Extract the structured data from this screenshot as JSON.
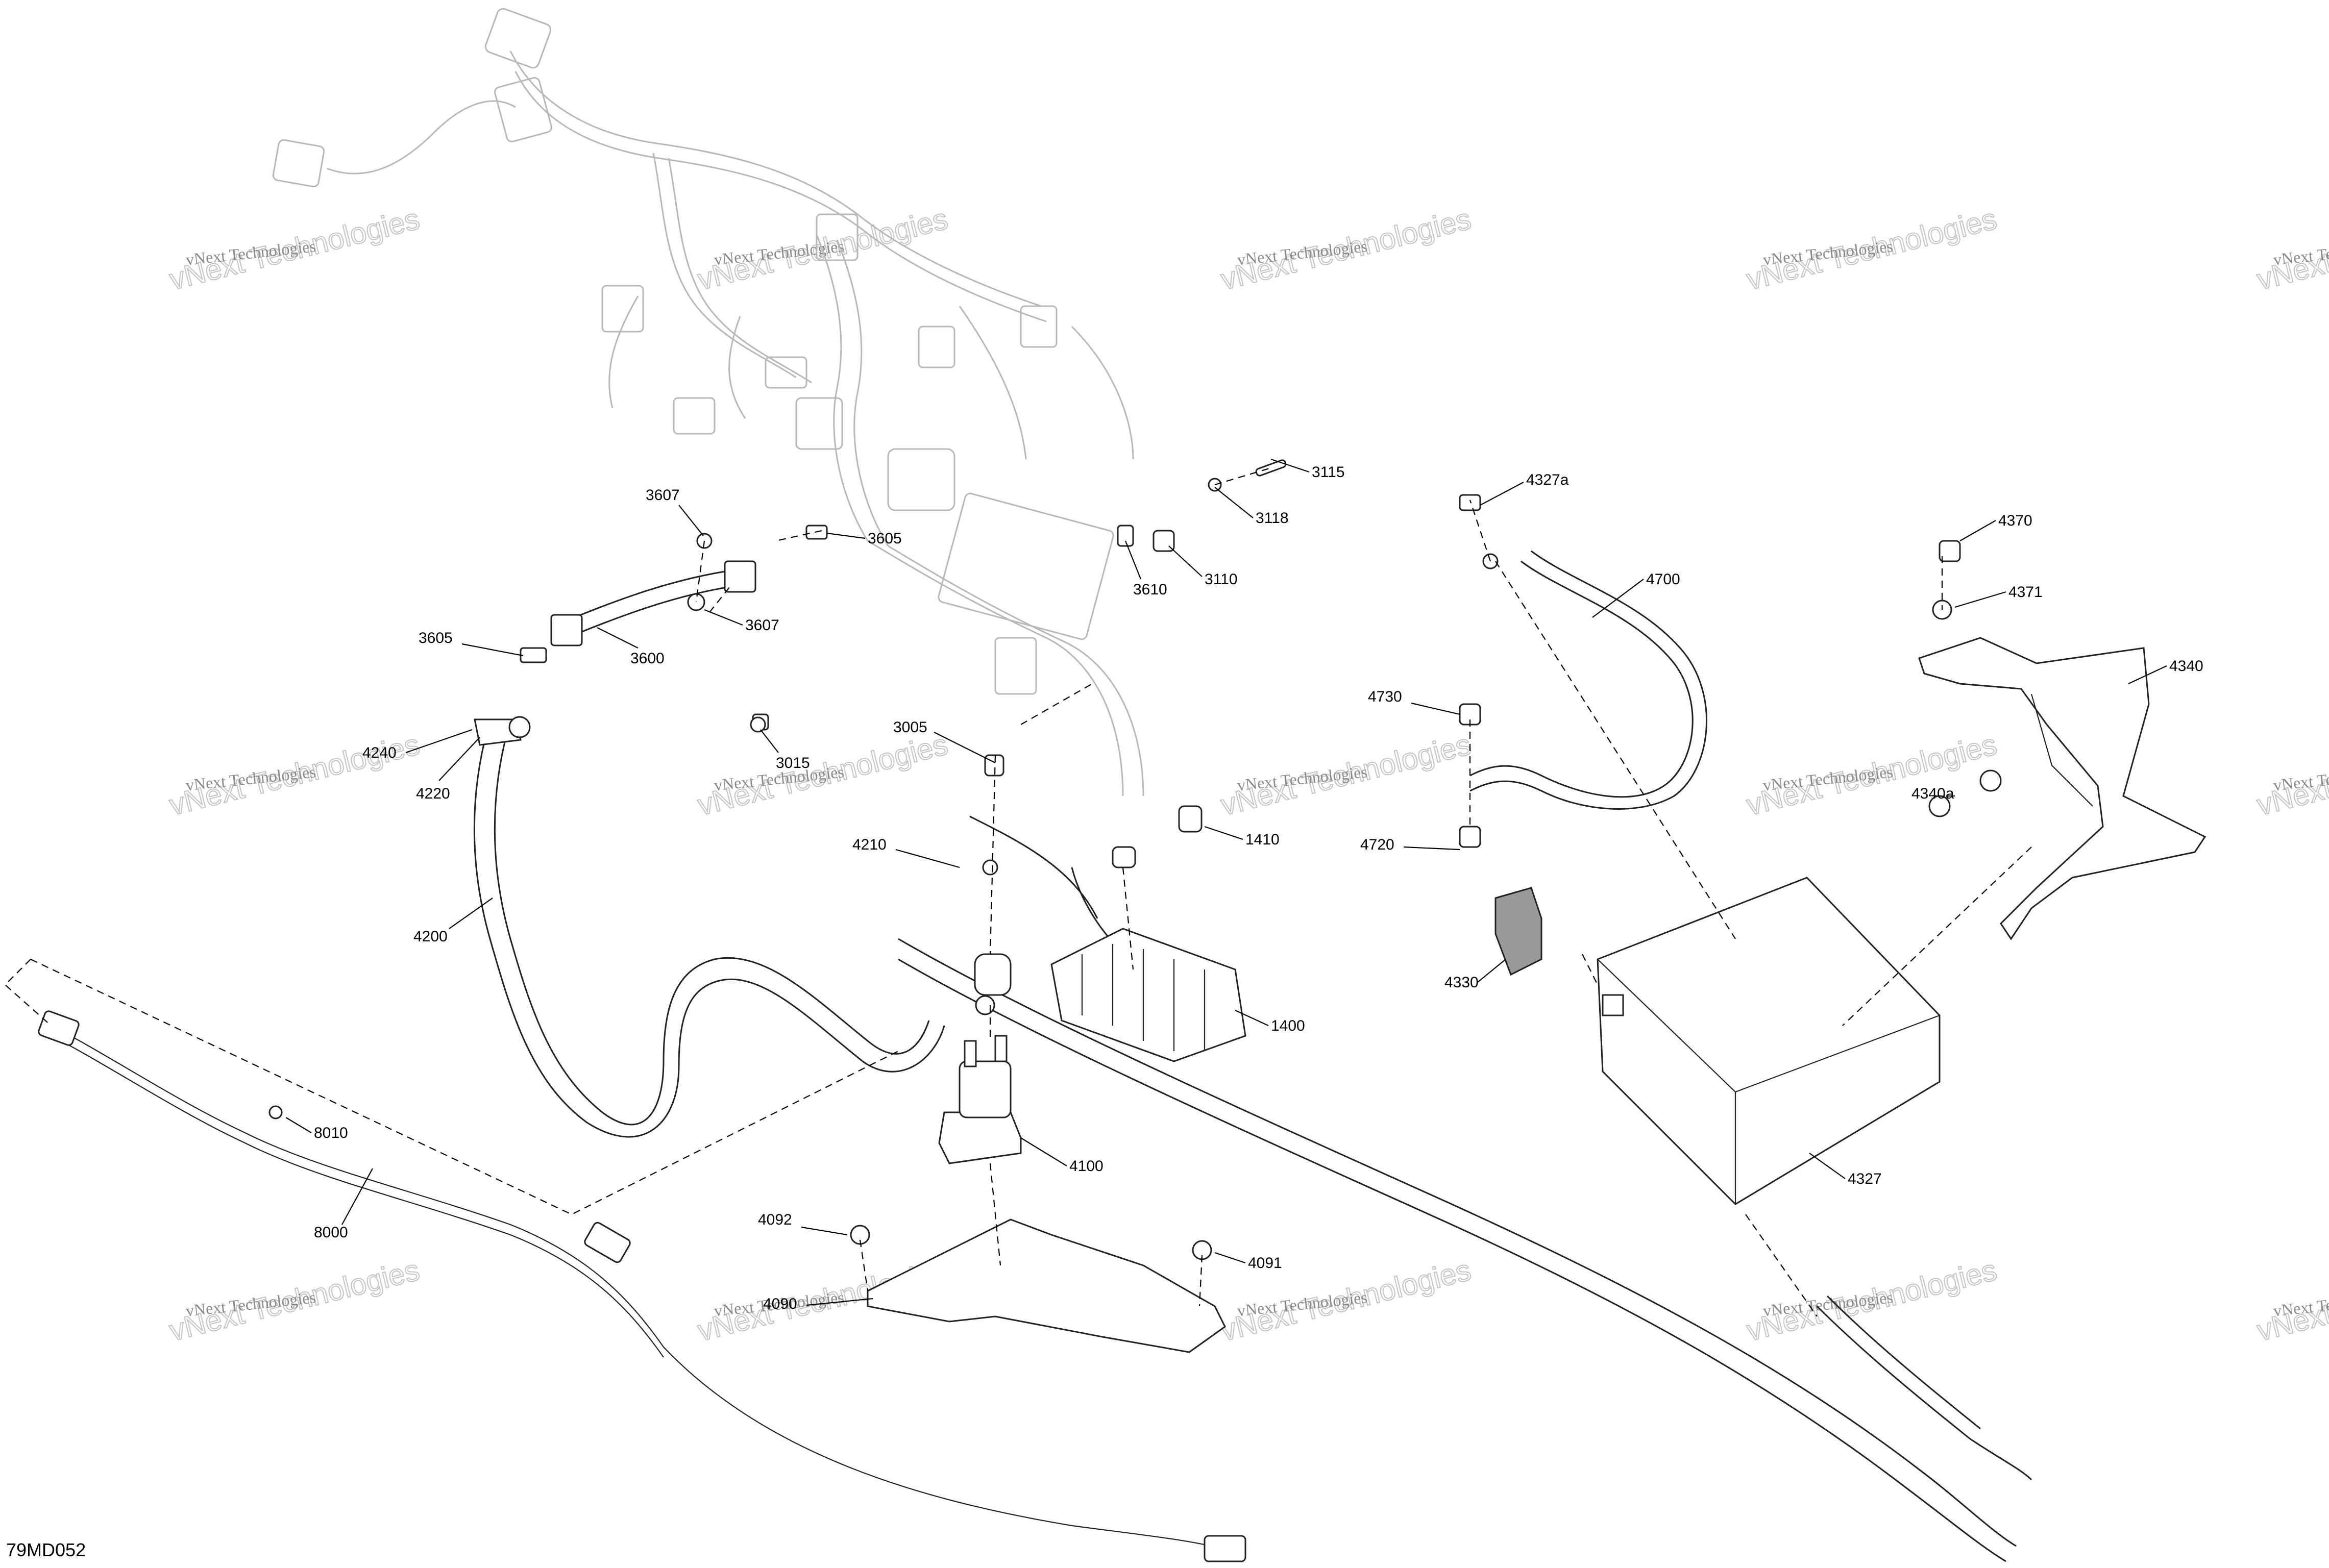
{
  "diagram": {
    "code": "79MD052",
    "watermark": {
      "line1": "vNext Technologies",
      "line2": "Technologies"
    },
    "parts": [
      "3115",
      "3118",
      "3110",
      "3610",
      "3607",
      "3605",
      "3607",
      "3605",
      "3600",
      "3005",
      "3015",
      "4327a",
      "4700",
      "4370",
      "4371",
      "4340",
      "4340a",
      "4730",
      "4720",
      "4240",
      "4220",
      "4200",
      "4210",
      "1410",
      "1400",
      "4330",
      "4327",
      "8010",
      "8000",
      "4100",
      "4092",
      "4091",
      "4090"
    ]
  }
}
